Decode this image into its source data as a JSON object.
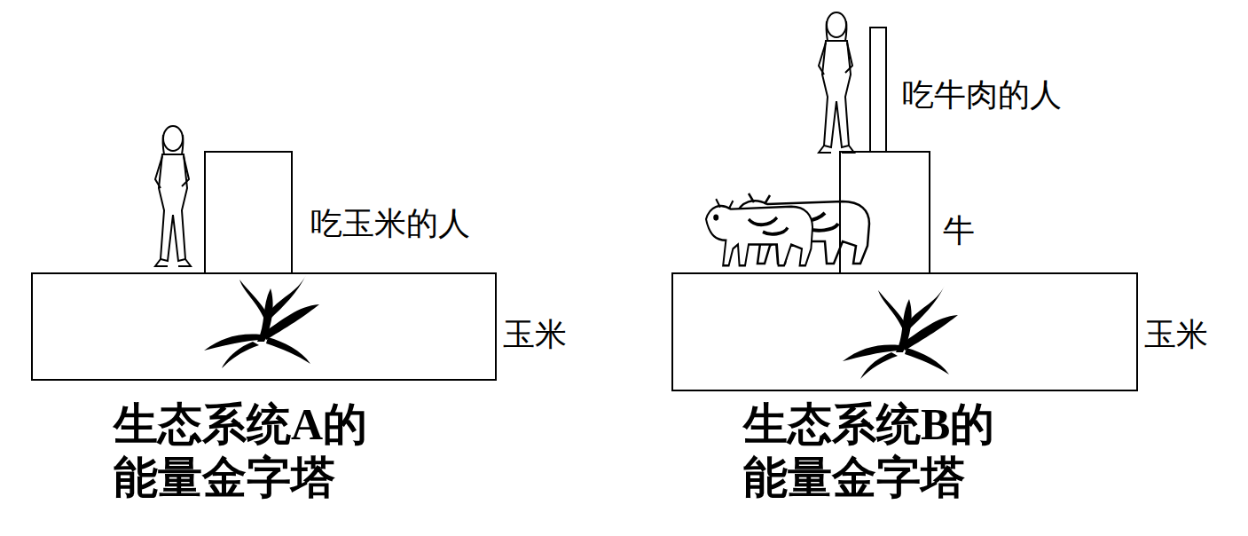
{
  "diagram": {
    "nodes": [
      {
        "text": [
          "吃玉米的人"
        ]
      },
      {
        "text": [
          "玉米"
        ]
      },
      {
        "text": [
          "吃牛肉的人"
        ]
      },
      {
        "text": [
          "牛"
        ]
      },
      {
        "text": [
          "玉米"
        ]
      }
    ],
    "labels": [
      "生态系统A的 能量金字塔",
      "生态系统B的 能量金字塔"
    ]
  }
}
